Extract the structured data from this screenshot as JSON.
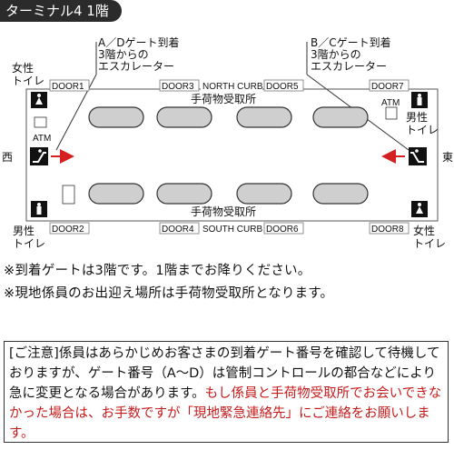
{
  "title": "ターミナル4 1階",
  "callouts": {
    "left": [
      "A／Dゲート到着",
      "3階からの",
      "エスカレーター"
    ],
    "right": [
      "B／Cゲート到着",
      "3階からの",
      "エスカレーター"
    ]
  },
  "toilets": {
    "top_left": [
      "女性",
      "トイレ"
    ],
    "top_right": [
      "男性",
      "トイレ"
    ],
    "bottom_left": [
      "男性",
      "トイレ"
    ],
    "bottom_right": [
      "女性",
      "トイレ"
    ]
  },
  "doors": {
    "door1": "DOOR1",
    "door2": "DOOR2",
    "door3": "DOOR3",
    "door4": "DOOR4",
    "door5": "DOOR5",
    "door6": "DOOR6",
    "door7": "DOOR7",
    "door8": "DOOR8"
  },
  "curbs": {
    "north": "NORTH CURB",
    "south": "SOUTH CURB"
  },
  "baggage_labels": {
    "top": "手荷物受取所",
    "bottom": "手荷物受取所"
  },
  "atm": {
    "left": "ATM",
    "right": "ATM"
  },
  "directions": {
    "west": "西",
    "east": "東"
  },
  "notes": [
    "※到着ゲートは3階です。1階までお降りください。",
    "※現地係員のお出迎え場所は手荷物受取所となります。"
  ],
  "caution": {
    "normal": "[ご注意]係員はあらかじめお客さまの到着ゲート番号を確認して待機しておりますが、ゲート番号（A〜D）は管制コントロールの都合などにより急に変更となる場合があります。",
    "red": "もし係員と手荷物受取所でお会いできなかった場合は、お手数ですが「現地緊急連絡先」にご連絡をお願いします。"
  },
  "colors": {
    "arrow": "#d42020",
    "title_bg": "#2b2b2b",
    "carousel": "#cfcfcf"
  }
}
